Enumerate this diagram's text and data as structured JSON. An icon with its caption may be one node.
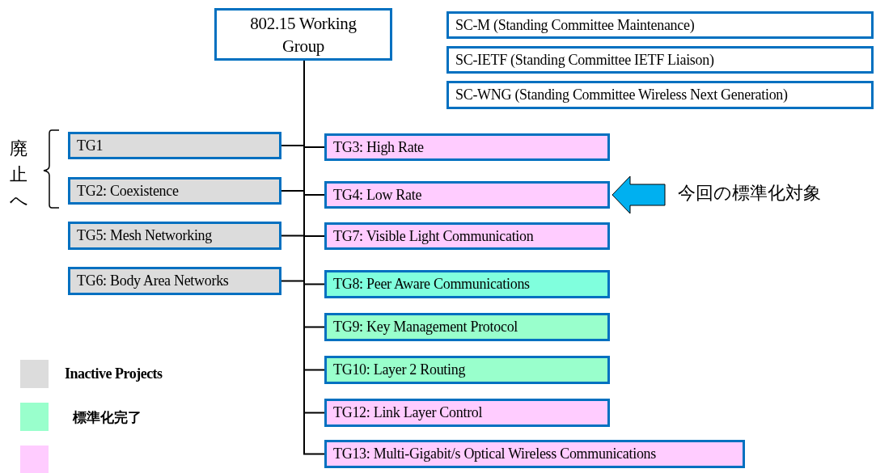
{
  "diagram": {
    "nodes": [
      {
        "text": [
          "802.15 Working Group"
        ]
      },
      {
        "text": [
          "SC-M (Standing Committee Maintenance)"
        ]
      },
      {
        "text": [
          "SC-IETF (Standing Committee IETF Liaison)"
        ]
      },
      {
        "text": [
          "SC-WNG (Standing Committee Wireless Next Generation)"
        ]
      },
      {
        "text": [
          "TG1"
        ]
      },
      {
        "text": [
          "TG2: Coexistence"
        ]
      },
      {
        "text": [
          "TG5: Mesh Networking"
        ]
      },
      {
        "text": [
          "TG6: Body Area Networks"
        ]
      },
      {
        "text": [
          "TG3: High Rate"
        ]
      },
      {
        "text": [
          "TG4: Low Rate"
        ]
      },
      {
        "text": [
          "TG7: Visible Light Communication"
        ]
      },
      {
        "text": [
          "TG8: Peer Aware Communications"
        ]
      },
      {
        "text": [
          "TG9: Key Management Protocol"
        ]
      },
      {
        "text": [
          "TG10: Layer 2 Routing"
        ]
      },
      {
        "text": [
          "TG12: Link Layer Control"
        ]
      },
      {
        "text": [
          "TG13: Multi-Gigabit/s Optical Wireless Communications"
        ]
      },
      {
        "text": [
          "今回の標準化対象"
        ]
      }
    ],
    "edges": [
      {
        "from": 0,
        "to": 4,
        "arrow": "none"
      },
      {
        "from": 0,
        "to": 5,
        "arrow": "none"
      },
      {
        "from": 0,
        "to": 6,
        "arrow": "none"
      },
      {
        "from": 0,
        "to": 7,
        "arrow": "none"
      },
      {
        "from": 0,
        "to": 8,
        "arrow": "none"
      },
      {
        "from": 0,
        "to": 9,
        "arrow": "none"
      },
      {
        "from": 0,
        "to": 10,
        "arrow": "none"
      },
      {
        "from": 0,
        "to": 11,
        "arrow": "none"
      },
      {
        "from": 0,
        "to": 12,
        "arrow": "none"
      },
      {
        "from": 0,
        "to": 13,
        "arrow": "none"
      },
      {
        "from": 0,
        "to": 14,
        "arrow": "none"
      },
      {
        "from": 0,
        "to": 15,
        "arrow": "none"
      },
      {
        "from": 16,
        "to": 9,
        "arrow": "to",
        "color": "#00b0f0"
      }
    ],
    "labels": [
      "廃止へ"
    ],
    "legend": [
      {
        "text": "Inactive Projects",
        "color": "#dcdcdc"
      },
      {
        "text": "標準化完了",
        "color": "#99ffcc"
      }
    ]
  }
}
